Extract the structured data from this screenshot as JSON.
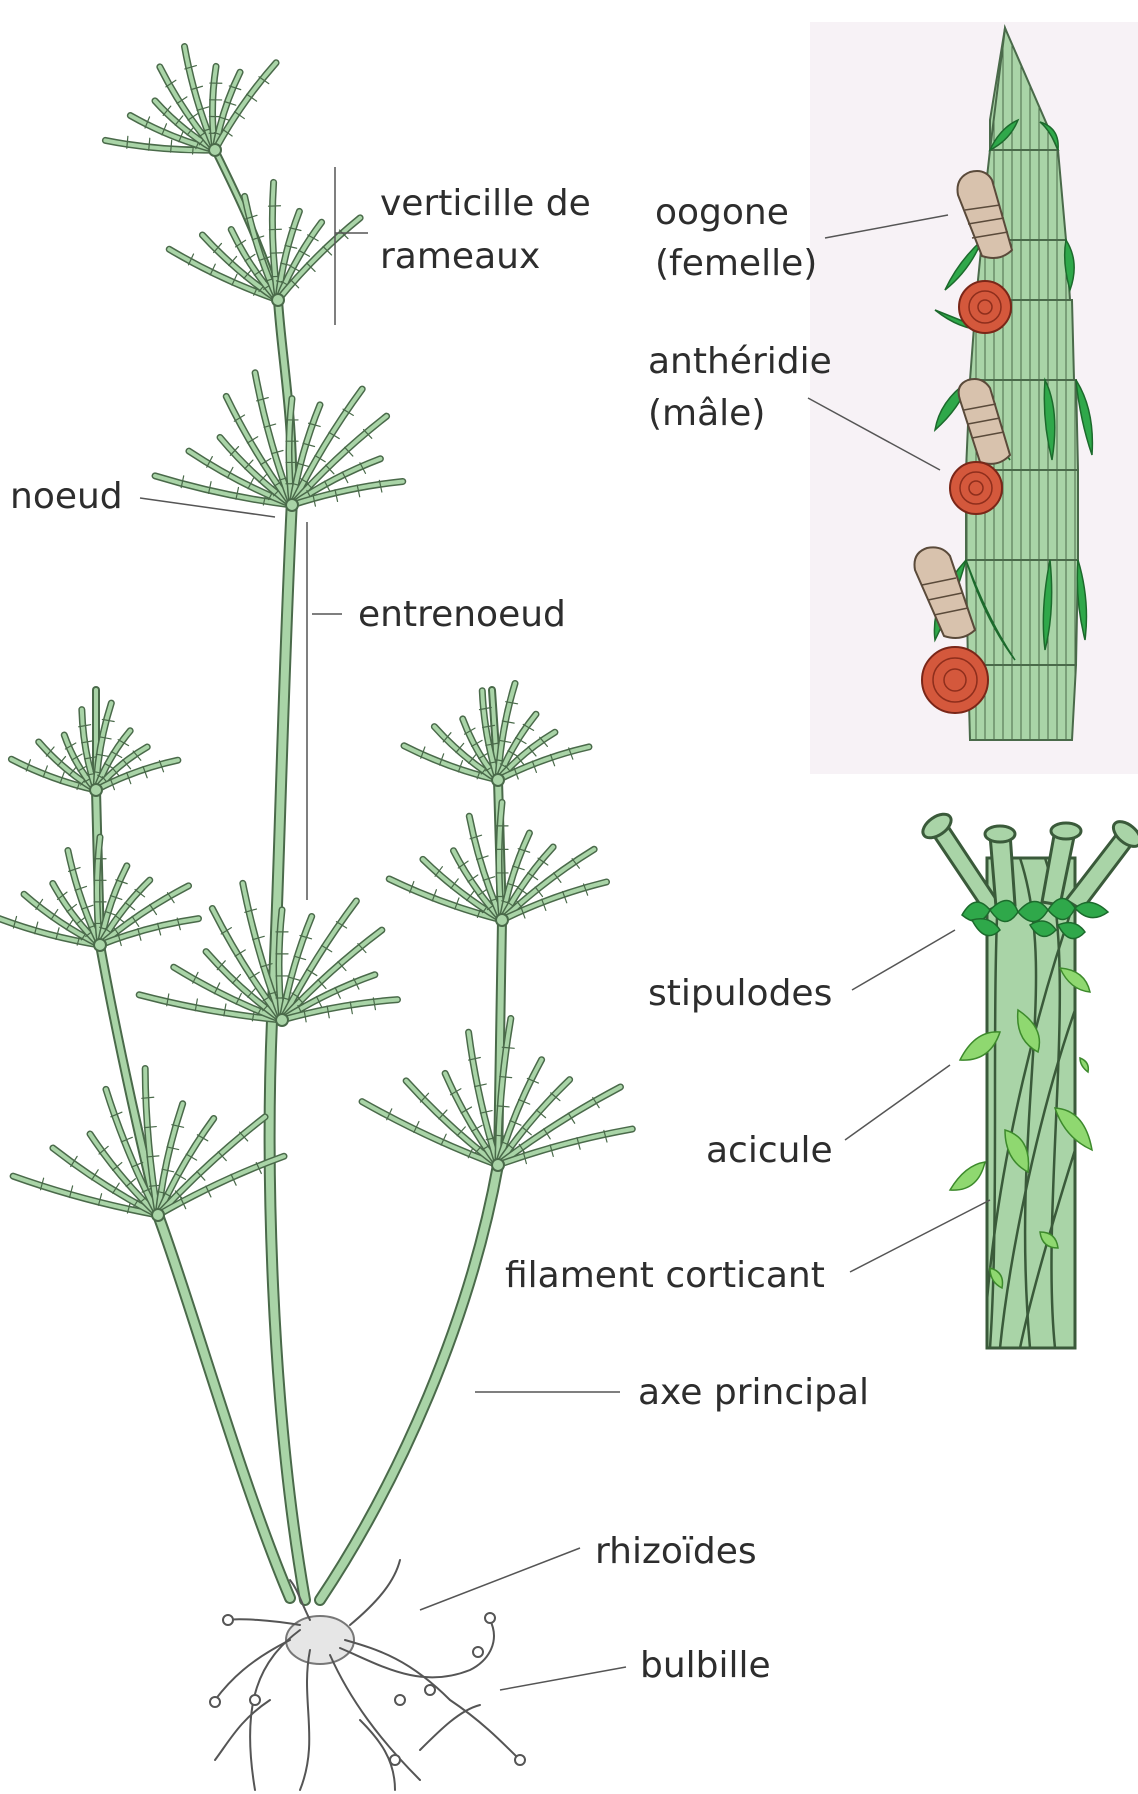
{
  "labels": {
    "verticille_line1": "verticille de",
    "verticille_line2": "rameaux",
    "oogone_line1": "oogone",
    "oogone_line2": "(femelle)",
    "antheridie_line1": "anthéridie",
    "antheridie_line2": "(mâle)",
    "noeud": "noeud",
    "entrenoeud": "entrenoeud",
    "stipulodes": "stipulodes",
    "acicule": "acicule",
    "filament_corticant": "filament corticant",
    "axe_principal": "axe principal",
    "rhizoides": "rhizoïdes",
    "bulbille": "bulbille"
  },
  "colors": {
    "stem": "#a9d4a7",
    "outline": "#4a6a4a",
    "leaf": "#2fa84a",
    "oogone": "#d8c2ad",
    "antheridie": "#d4583c",
    "inset_bg": "#f7f2f6",
    "leader": "#555555",
    "text": "#2d2d2d"
  }
}
